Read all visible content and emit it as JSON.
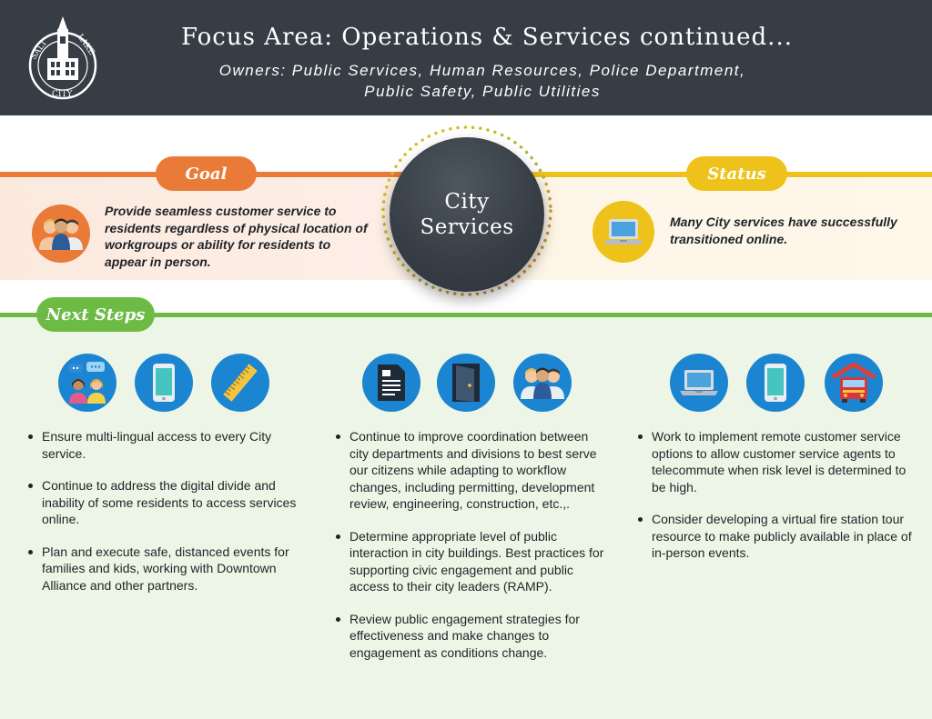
{
  "header": {
    "title": "Focus Area: Operations & Services continued...",
    "subtitle_line1": "Owners: Public Services, Human Resources, Police Department,",
    "subtitle_line2": "Public Safety, Public Utilities",
    "seal_text": "SALT LAKE CITY"
  },
  "goal": {
    "label": "Goal",
    "icon": "people-icon",
    "text": "Provide seamless customer service to residents regardless of physical location of workgroups or ability for residents to appear in person."
  },
  "center": {
    "line1": "City",
    "line2": "Services"
  },
  "status": {
    "label": "Status",
    "icon": "laptop-icon",
    "text": "Many City services have successfully transitioned online."
  },
  "next_steps": {
    "label": "Next Steps",
    "columns": [
      {
        "icons": [
          "chat-people-icon",
          "smartphone-icon",
          "ruler-icon"
        ],
        "items": [
          "Ensure multi-lingual access to every City service.",
          "Continue to address the digital divide and inability of some residents to access services online.",
          "Plan and execute safe, distanced events for families and kids, working with Downtown Alliance and other partners."
        ]
      },
      {
        "icons": [
          "document-icon",
          "door-icon",
          "group-icon"
        ],
        "items": [
          "Continue to improve coordination between city departments and divisions to best serve our citizens while adapting to workflow changes, including permitting, development review, engineering, construction, etc.,.",
          "Determine appropriate level of public interaction in city buildings. Best practices for supporting civic engagement and public access to their city leaders (RAMP).",
          "Review public engagement strategies for effectiveness and make changes to engagement as conditions change."
        ]
      },
      {
        "icons": [
          "laptop-icon",
          "smartphone-icon",
          "fire-truck-icon"
        ],
        "items": [
          "Work to implement remote customer service options to allow customer service agents to telecommute when risk level is determined to be high.",
          "Consider developing a virtual fire station tour resource to make publicly available in place of in-person events."
        ]
      }
    ]
  },
  "colors": {
    "header_bg": "#363d44",
    "orange": "#ea7a37",
    "yellow": "#eec21a",
    "green": "#6dbb45",
    "icon_blue": "#1b85d1"
  }
}
